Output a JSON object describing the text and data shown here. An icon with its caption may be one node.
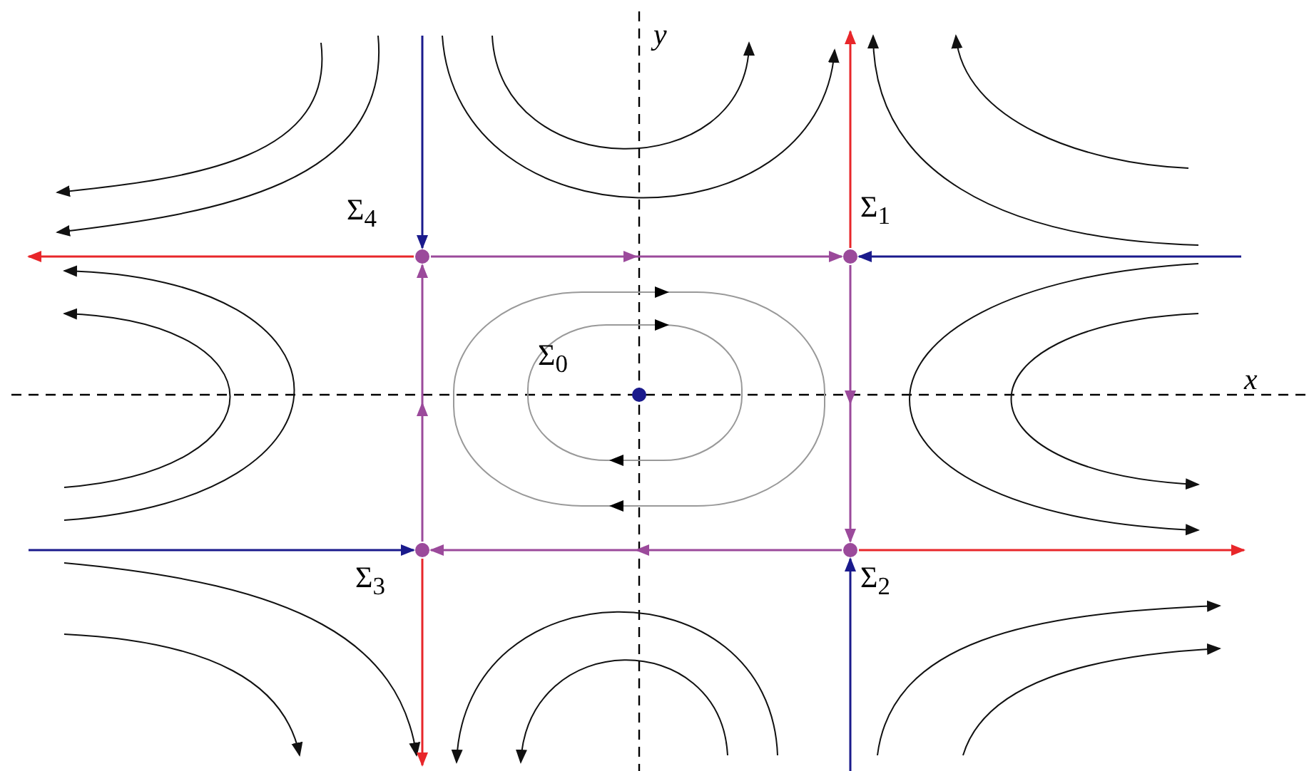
{
  "diagram": {
    "nodes": [
      {
        "text": [
          "Σ$_{4}$"
        ]
      },
      {
        "text": [
          "Σ$_{1}$"
        ]
      },
      {
        "text": [
          "Σ$_{0}$"
        ]
      },
      {
        "text": [
          "Σ$_{3}$"
        ]
      },
      {
        "text": [
          "Σ$_{2}$"
        ]
      }
    ],
    "edges": [
      {
        "from": null,
        "to": 0,
        "arrow": "to",
        "color": "#1a1a8c"
      },
      {
        "from": 0,
        "to": null,
        "arrow": "to",
        "color": "#e8262a"
      },
      {
        "from": 0,
        "to": 1,
        "arrow": "to",
        "color": "#9b4a9b"
      },
      {
        "from": 1,
        "to": null,
        "arrow": "to",
        "color": "#e8262a"
      },
      {
        "from": null,
        "to": 1,
        "arrow": "to",
        "color": "#1a1a8c"
      },
      {
        "from": 1,
        "to": 4,
        "arrow": "to",
        "color": "#9b4a9b"
      },
      {
        "from": 4,
        "to": null,
        "arrow": "to",
        "color": "#e8262a"
      },
      {
        "from": null,
        "to": 4,
        "arrow": "to",
        "color": "#1a1a8c"
      },
      {
        "from": 4,
        "to": 3,
        "arrow": "to",
        "color": "#9b4a9b"
      },
      {
        "from": null,
        "to": 3,
        "arrow": "to",
        "color": "#1a1a8c"
      },
      {
        "from": 3,
        "to": null,
        "arrow": "to",
        "color": "#e8262a"
      },
      {
        "from": 3,
        "to": 0,
        "arrow": "to",
        "color": "#9b4a9b"
      }
    ],
    "labels": [
      "y",
      "x"
    ]
  }
}
